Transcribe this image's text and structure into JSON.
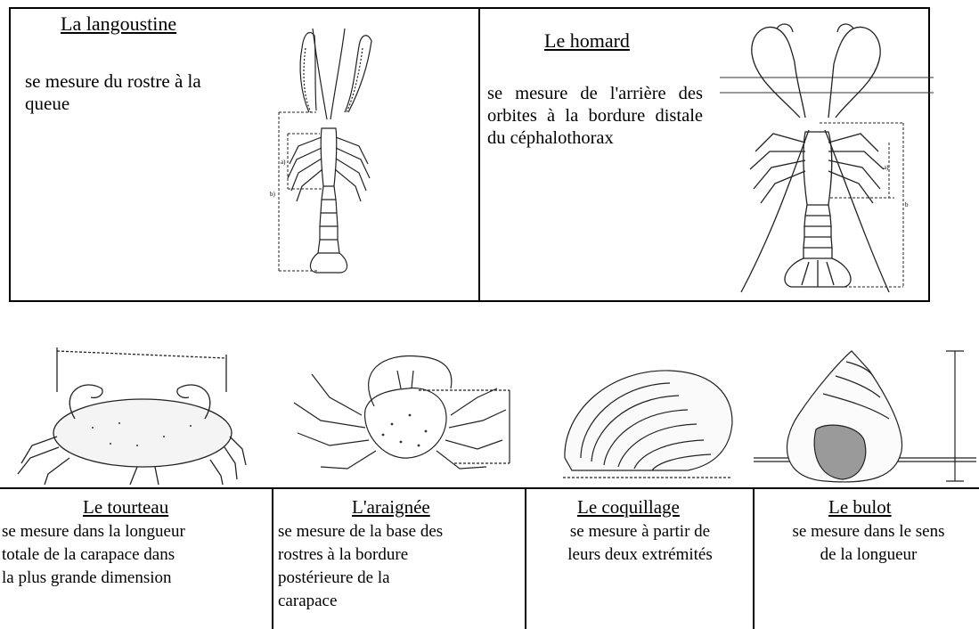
{
  "top": {
    "langoustine": {
      "title": "La langoustine",
      "text": "se mesure du rostre à la queue"
    },
    "homard": {
      "title": "Le homard",
      "text": "se mesure de l'arrière des orbites à la bordure distale du céphalothorax"
    }
  },
  "bottom": [
    {
      "title": "Le tourteau",
      "lines": [
        "se mesure dans la longueur",
        "totale de la carapace dans",
        "la plus grande dimension"
      ]
    },
    {
      "title": "L'araignée",
      "lines": [
        "se mesure de la base des",
        "rostres à la bordure",
        "postérieure de la",
        "carapace"
      ]
    },
    {
      "title": "Le coquillage",
      "lines": [
        "se mesure à partir de",
        "leurs deux extrémités"
      ]
    },
    {
      "title": "Le bulot",
      "lines": [
        "se mesure dans le sens",
        "de la longueur"
      ]
    }
  ],
  "figure_labels": {
    "a": "a)",
    "b": "b)",
    "h_a": "a)",
    "h_b": "b"
  }
}
